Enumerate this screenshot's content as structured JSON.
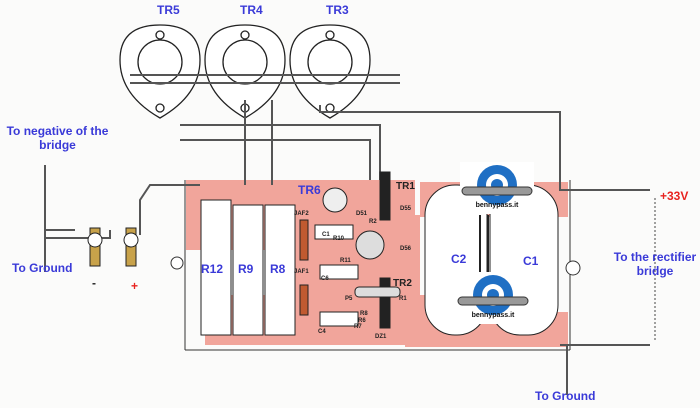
{
  "transistors": {
    "tr5": "TR5",
    "tr4": "TR4",
    "tr3": "TR3",
    "tr6": "TR6",
    "tr1": "TR1",
    "tr2": "TR2"
  },
  "resistors": {
    "r12": "R12",
    "r9": "R9",
    "r8": "R8"
  },
  "capacitors": {
    "c2": "C2",
    "c1": "C1"
  },
  "left": {
    "negative_label": "To negative of the bridge",
    "ground_label": "To Ground",
    "minus": "-",
    "plus": "+"
  },
  "right": {
    "voltage": "+33V",
    "rectifier_label": "To the rectifier bridge",
    "ground_label": "To Ground"
  },
  "pcb_small_labels": [
    "C1",
    "D51",
    "R2",
    "D55",
    "D56",
    "R1",
    "JAF2",
    "R10",
    "R11",
    "C6",
    "P5",
    "JAF1",
    "R6",
    "R7",
    "R8",
    "C4",
    "DZ1"
  ],
  "logo": {
    "text": "bennypass.it"
  },
  "colors": {
    "pcb": "#f1a59b",
    "label_blue": "#3a3ad8",
    "label_red": "#e8231f",
    "logo_blue": "#1f6fc4"
  }
}
